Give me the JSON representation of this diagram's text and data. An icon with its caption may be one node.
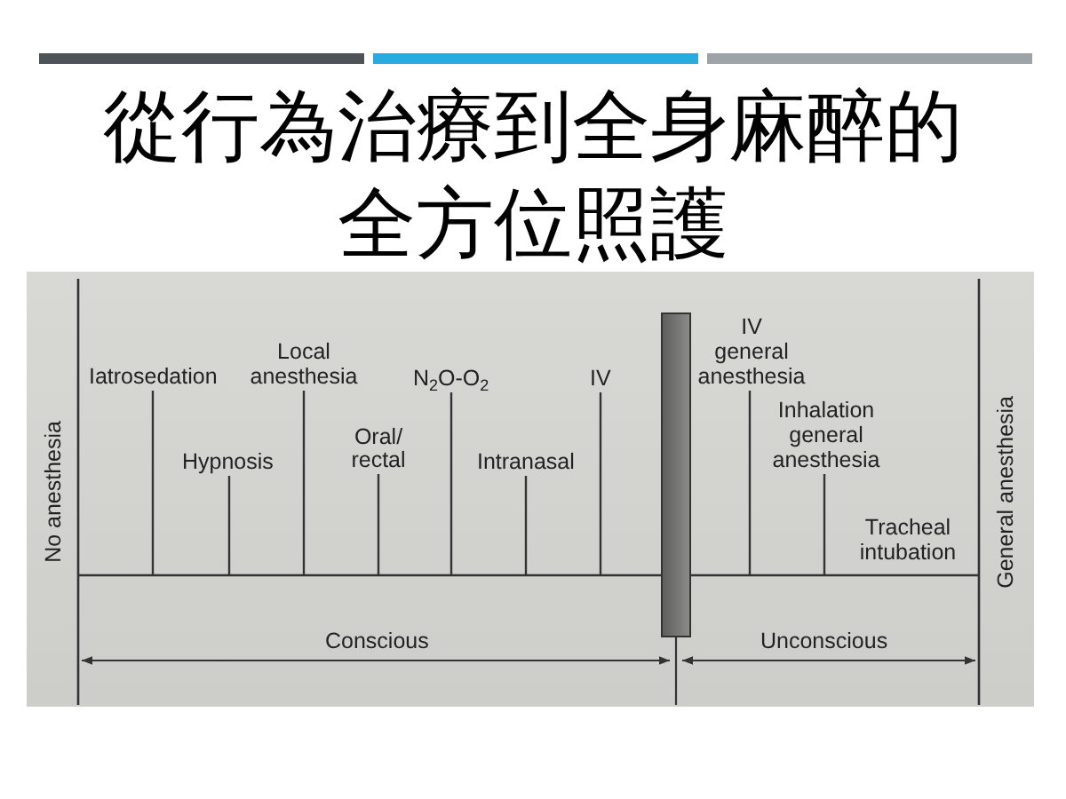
{
  "diagram": {
    "title": "從行為治療到全身麻醉的全方位照護",
    "nodes": [
      {
        "text": [
          "Iatrosedation"
        ]
      },
      {
        "text": [
          "Hypnosis"
        ]
      },
      {
        "text": [
          "Local anesthesia"
        ]
      },
      {
        "text": [
          "Oral/ rectal"
        ]
      },
      {
        "text": [
          "N$_{2}$O-O$_{2}$"
        ]
      },
      {
        "text": [
          "Intranasal"
        ]
      },
      {
        "text": [
          "IV"
        ]
      },
      {
        "text": [],
        "shape": "bar"
      },
      {
        "text": [
          "IV general anesthesia"
        ]
      },
      {
        "text": [
          "Inhalation general anesthesia"
        ]
      },
      {
        "text": [
          "Tracheal intubation"
        ]
      }
    ],
    "edges": [
      {
        "from": 0,
        "to": null,
        "arrow": "none"
      },
      {
        "from": 1,
        "to": null,
        "arrow": "none"
      },
      {
        "from": 2,
        "to": null,
        "arrow": "none"
      },
      {
        "from": 3,
        "to": null,
        "arrow": "none"
      },
      {
        "from": 4,
        "to": null,
        "arrow": "none"
      },
      {
        "from": 5,
        "to": null,
        "arrow": "none"
      },
      {
        "from": 6,
        "to": null,
        "arrow": "none"
      },
      {
        "from": 8,
        "to": null,
        "arrow": "none"
      },
      {
        "from": 9,
        "to": null,
        "arrow": "none"
      }
    ],
    "labels": [
      "No anesthesia",
      "Conscious",
      "Unconscious",
      "General anesthesia"
    ]
  }
}
